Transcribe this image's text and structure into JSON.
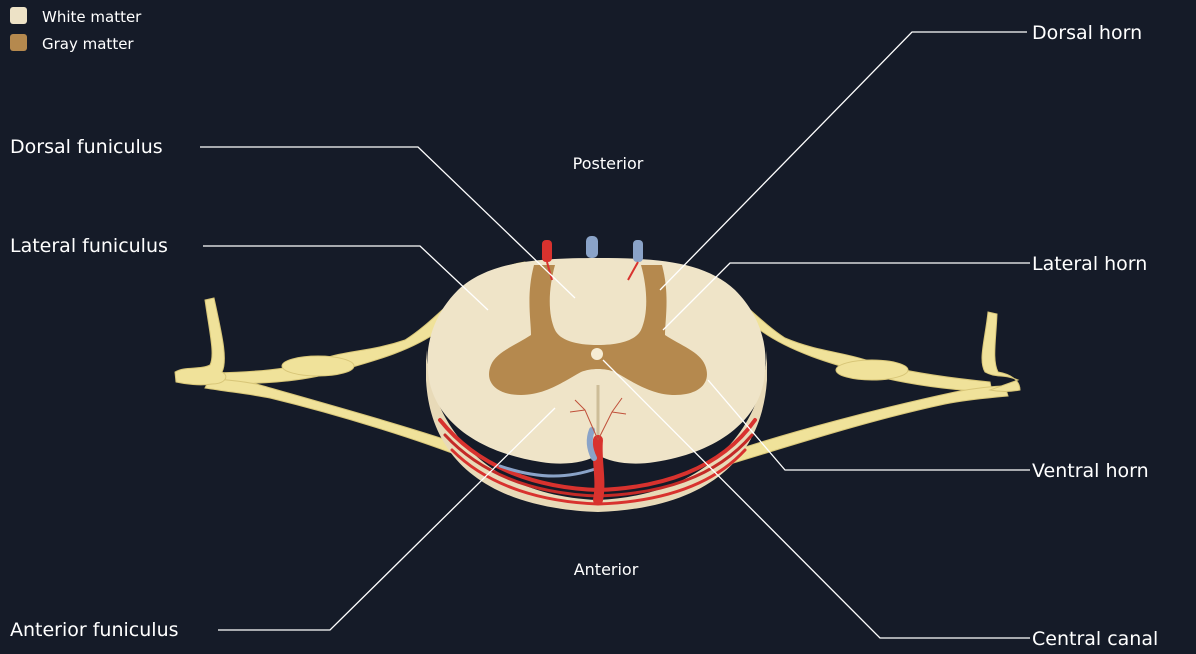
{
  "legend": {
    "white_matter": {
      "label": "White matter",
      "color": "#ede2c6"
    },
    "gray_matter": {
      "label": "Gray matter",
      "color": "#b5894e"
    }
  },
  "orientation": {
    "posterior": "Posterior",
    "anterior": "Anterior"
  },
  "labels": {
    "dorsal_funiculus": "Dorsal funiculus",
    "lateral_funiculus": "Lateral funiculus",
    "anterior_funiculus": "Anterior funiculus",
    "dorsal_horn": "Dorsal horn",
    "lateral_horn": "Lateral horn",
    "ventral_horn": "Ventral horn",
    "central_canal": "Central canal"
  },
  "colors": {
    "background": "#151b28",
    "nerve": "#f0e29a",
    "artery": "#d8322e",
    "vein": "#8aa3c8",
    "leader_line": "#ffffff"
  }
}
